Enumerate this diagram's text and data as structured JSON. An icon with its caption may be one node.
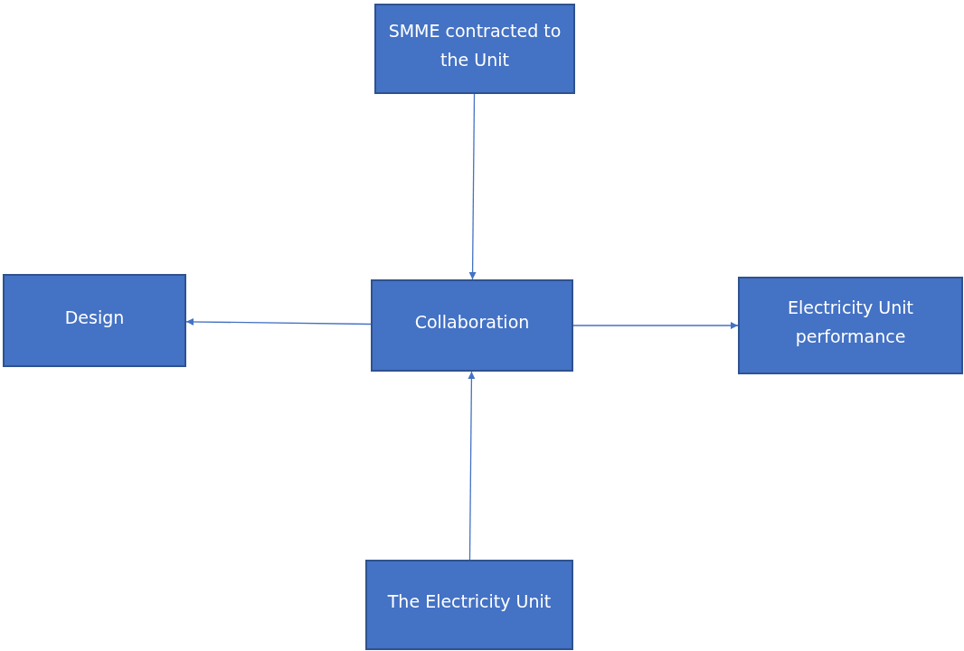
{
  "diagram": {
    "nodes": [
      {
        "text": [
          "SMME contracted to the Unit"
        ]
      },
      {
        "text": [
          "Design"
        ]
      },
      {
        "text": [
          "Collaboration"
        ]
      },
      {
        "text": [
          "Electricity Unit performance"
        ]
      },
      {
        "text": [
          "The Electricity Unit"
        ]
      }
    ],
    "edges": [
      {
        "from": 0,
        "to": 2,
        "arrow": "to"
      },
      {
        "from": 2,
        "to": 1,
        "arrow": "to"
      },
      {
        "from": 2,
        "to": 3,
        "arrow": "to"
      },
      {
        "from": 4,
        "to": 2,
        "arrow": "to"
      }
    ]
  }
}
